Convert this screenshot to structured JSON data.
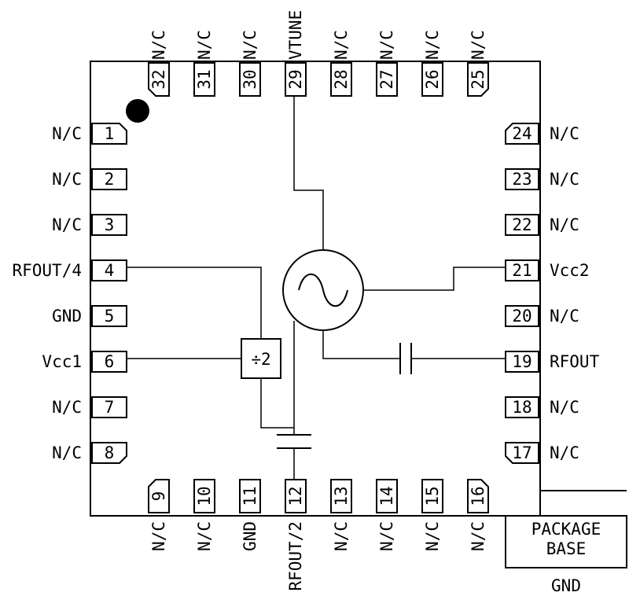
{
  "diagram": {
    "pins_left": [
      {
        "number": "1",
        "name": "N/C"
      },
      {
        "number": "2",
        "name": "N/C"
      },
      {
        "number": "3",
        "name": "N/C"
      },
      {
        "number": "4",
        "name": "RFOUT/4"
      },
      {
        "number": "5",
        "name": "GND"
      },
      {
        "number": "6",
        "name": "Vcc1"
      },
      {
        "number": "7",
        "name": "N/C"
      },
      {
        "number": "8",
        "name": "N/C"
      }
    ],
    "pins_bottom": [
      {
        "number": "9",
        "name": "N/C"
      },
      {
        "number": "10",
        "name": "N/C"
      },
      {
        "number": "11",
        "name": "GND"
      },
      {
        "number": "12",
        "name": "RFOUT/2"
      },
      {
        "number": "13",
        "name": "N/C"
      },
      {
        "number": "14",
        "name": "N/C"
      },
      {
        "number": "15",
        "name": "N/C"
      },
      {
        "number": "16",
        "name": "N/C"
      }
    ],
    "pins_right": [
      {
        "number": "17",
        "name": "N/C"
      },
      {
        "number": "18",
        "name": "N/C"
      },
      {
        "number": "19",
        "name": "RFOUT"
      },
      {
        "number": "20",
        "name": "N/C"
      },
      {
        "number": "21",
        "name": "Vcc2"
      },
      {
        "number": "22",
        "name": "N/C"
      },
      {
        "number": "23",
        "name": "N/C"
      },
      {
        "number": "24",
        "name": "N/C"
      }
    ],
    "pins_top": [
      {
        "number": "25",
        "name": "N/C"
      },
      {
        "number": "26",
        "name": "N/C"
      },
      {
        "number": "27",
        "name": "N/C"
      },
      {
        "number": "28",
        "name": "N/C"
      },
      {
        "number": "29",
        "name": "VTUNE"
      },
      {
        "number": "30",
        "name": "N/C"
      },
      {
        "number": "31",
        "name": "N/C"
      },
      {
        "number": "32",
        "name": "N/C"
      }
    ],
    "divider_label": "÷2",
    "package_base_line1": "PACKAGE",
    "package_base_line2": "BASE",
    "package_base_name": "GND"
  }
}
